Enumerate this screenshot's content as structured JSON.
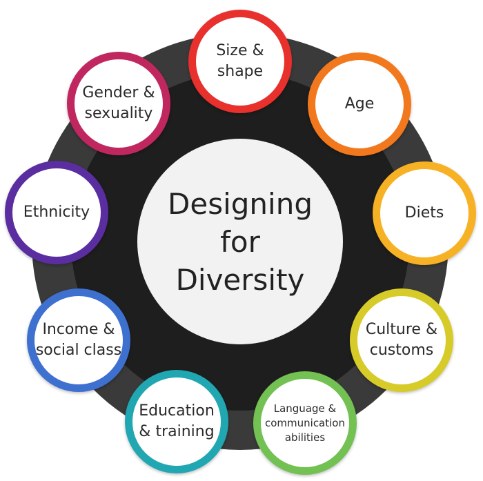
{
  "diagram": {
    "center_title": "Designing for Diversity",
    "nodes": [
      {
        "label_lines": [
          "Size &",
          "shape"
        ],
        "color": "#e8302c"
      },
      {
        "label_lines": [
          "Age"
        ],
        "color": "#f2781e"
      },
      {
        "label_lines": [
          "Diets"
        ],
        "color": "#f7b124"
      },
      {
        "label_lines": [
          "Culture &",
          "customs"
        ],
        "color": "#d7cb2a"
      },
      {
        "label_lines": [
          "Language &",
          "communication",
          "abilities"
        ],
        "color": "#72c152"
      },
      {
        "label_lines": [
          "Education",
          "& training"
        ],
        "color": "#21a7b2"
      },
      {
        "label_lines": [
          "Income &",
          "social class"
        ],
        "color": "#3e70d0"
      },
      {
        "label_lines": [
          "Ethnicity"
        ],
        "color": "#5a2ea0"
      },
      {
        "label_lines": [
          "Gender &",
          "sexuality"
        ],
        "color": "#c0275e"
      }
    ],
    "ring_colors": {
      "outer": "#3a3a3a",
      "inner": "#1e1e1e",
      "center": "#f2f2f2"
    }
  }
}
